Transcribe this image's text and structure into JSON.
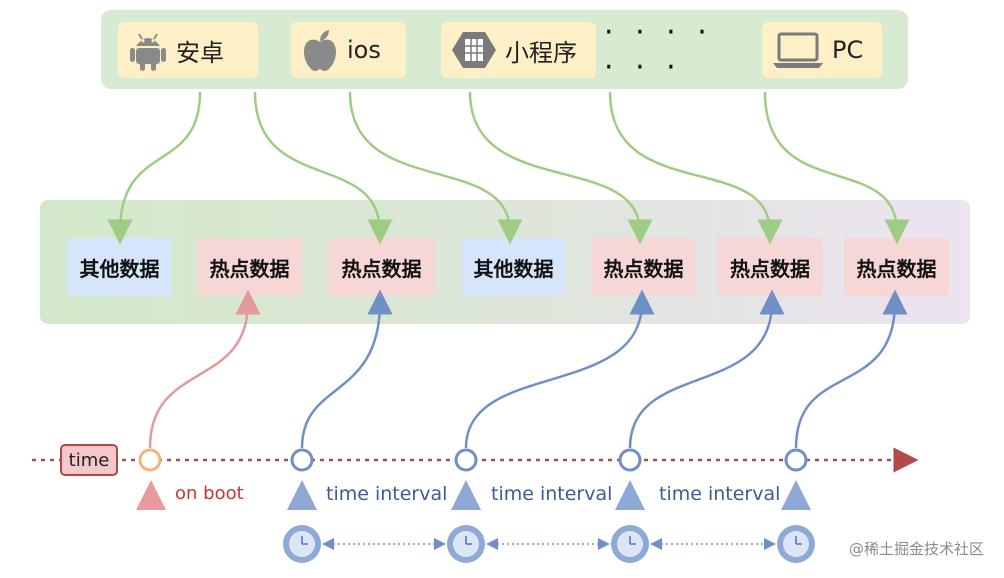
{
  "platforms": [
    {
      "label": "安卓",
      "icon": "android-icon"
    },
    {
      "label": "ios",
      "icon": "apple-icon"
    },
    {
      "label": "小程序",
      "icon": "mini-program-icon"
    },
    {
      "label": "PC",
      "icon": "laptop-icon"
    }
  ],
  "ellipsis": "· · · · · · ·",
  "data_boxes": [
    {
      "label": "其他数据",
      "kind": "other"
    },
    {
      "label": "热点数据",
      "kind": "hot"
    },
    {
      "label": "热点数据",
      "kind": "hot"
    },
    {
      "label": "其他数据",
      "kind": "other"
    },
    {
      "label": "热点数据",
      "kind": "hot"
    },
    {
      "label": "热点数据",
      "kind": "hot"
    },
    {
      "label": "热点数据",
      "kind": "hot"
    }
  ],
  "timeline": {
    "time_label": "time",
    "boot_label": "on boot",
    "interval_label": "time interval"
  },
  "watermark": "@稀土掘金技术社区",
  "colors": {
    "green_arrow": "#9fcc85",
    "blue_arrow": "#6f8fc6",
    "boot_arrow": "#e29a9a",
    "timeline": "#b34a4a",
    "boot_circle": "#f3b47a",
    "interval": "#6f8fc6"
  }
}
